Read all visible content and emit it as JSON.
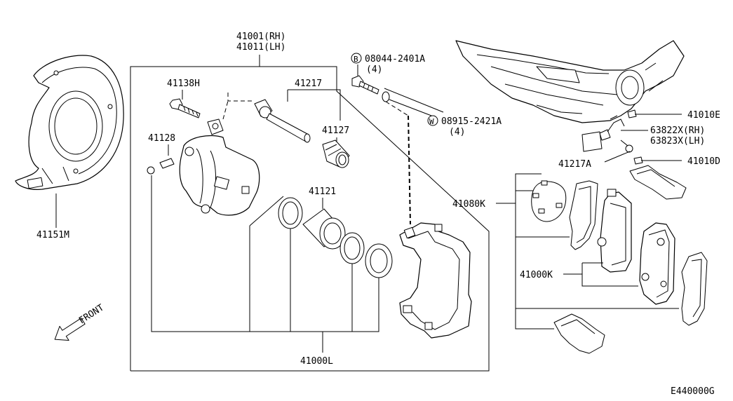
{
  "labels": {
    "caliper_assy_rh": "41001(RH)",
    "caliper_assy_lh": "41011(LH)",
    "bolt_41138h": "41138H",
    "pin_41217": "41217",
    "boot_41127": "41127",
    "bleeder_41128": "41128",
    "piston_41121": "41121",
    "seal_kit_41000l": "41000L",
    "baffle_41151m": "41151M",
    "bolt_b": "08044-2401A",
    "bolt_b_qty": "(4)",
    "washer_w": "08915-2421A",
    "washer_w_qty": "(4)",
    "bracket_41010e": "41010E",
    "sensor_rh": "63822X(RH)",
    "sensor_lh": "63823X(LH)",
    "bolt_41217a": "41217A",
    "clip_41010d": "41010D",
    "pad_kit_41080k": "41080K",
    "pad_41000k": "41000K",
    "front": "FRONT",
    "diagram_code": "E440000G"
  },
  "icons": {
    "bolt_circle_letter": "B",
    "washer_circle_letter": "W"
  }
}
